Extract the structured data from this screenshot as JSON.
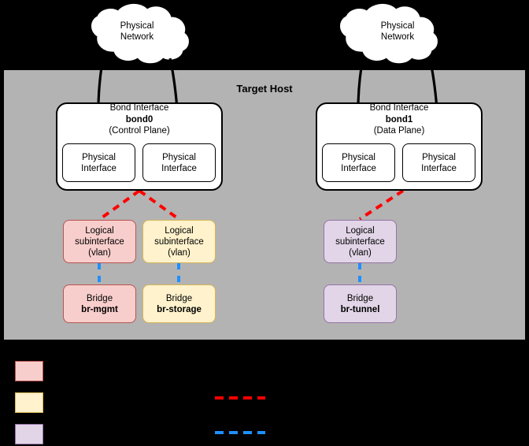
{
  "diagram": {
    "title": "Target Host",
    "background_color": "#000000",
    "host_fill": "#b3b3b3"
  },
  "clouds": [
    {
      "name": "cloud-left",
      "line1": "Physical",
      "line2": "Network",
      "fill": "#ffffff"
    },
    {
      "name": "cloud-right",
      "line1": "Physical",
      "line2": "Network",
      "fill": "#ffffff"
    }
  ],
  "bonds": [
    {
      "name": "bond0",
      "title": "Bond Interface",
      "id": "bond0",
      "role": "(Control Plane)",
      "interfaces": [
        {
          "line1": "Physical",
          "line2": "Interface"
        },
        {
          "line1": "Physical",
          "line2": "Interface"
        }
      ]
    },
    {
      "name": "bond1",
      "title": "Bond Interface",
      "id": "bond1",
      "role": "(Data Plane)",
      "interfaces": [
        {
          "line1": "Physical",
          "line2": "Interface"
        },
        {
          "line1": "Physical",
          "line2": "Interface"
        }
      ]
    }
  ],
  "subinterfaces": [
    {
      "name": "vlan-mgmt",
      "line1": "Logical",
      "line2": "subinterface",
      "line3": "(vlan)",
      "fill": "#f8cecc",
      "stroke": "#b85450"
    },
    {
      "name": "vlan-storage",
      "line1": "Logical",
      "line2": "subinterface",
      "line3": "(vlan)",
      "fill": "#fff2cc",
      "stroke": "#d6b656"
    },
    {
      "name": "vlan-tunnel",
      "line1": "Logical",
      "line2": "subinterface",
      "line3": "(vlan)",
      "fill": "#e1d5e7",
      "stroke": "#9673a6"
    }
  ],
  "bridges": [
    {
      "name": "br-mgmt",
      "label": "Bridge",
      "id": "br-mgmt",
      "fill": "#f8cecc",
      "stroke": "#b85450"
    },
    {
      "name": "br-storage",
      "label": "Bridge",
      "id": "br-storage",
      "fill": "#fff2cc",
      "stroke": "#d6b656"
    },
    {
      "name": "br-tunnel",
      "label": "Bridge",
      "id": "br-tunnel",
      "fill": "#e1d5e7",
      "stroke": "#9673a6"
    }
  ],
  "connectors": {
    "vlan_link_color": "#ff0000",
    "bridge_link_color": "#1f8fff",
    "physical_link_color": "#000000"
  },
  "legend": {
    "swatches": [
      {
        "name": "legend-mgmt",
        "fill": "#f8cecc",
        "stroke": "#b85450",
        "label": ""
      },
      {
        "name": "legend-storage",
        "fill": "#fff2cc",
        "stroke": "#d6b656",
        "label": ""
      },
      {
        "name": "legend-tunnel",
        "fill": "#e1d5e7",
        "stroke": "#9673a6",
        "label": ""
      }
    ],
    "lines": [
      {
        "name": "legend-vlan-line",
        "color": "#ff0000",
        "label": ""
      },
      {
        "name": "legend-bridge-line",
        "color": "#1f8fff",
        "label": ""
      }
    ]
  }
}
